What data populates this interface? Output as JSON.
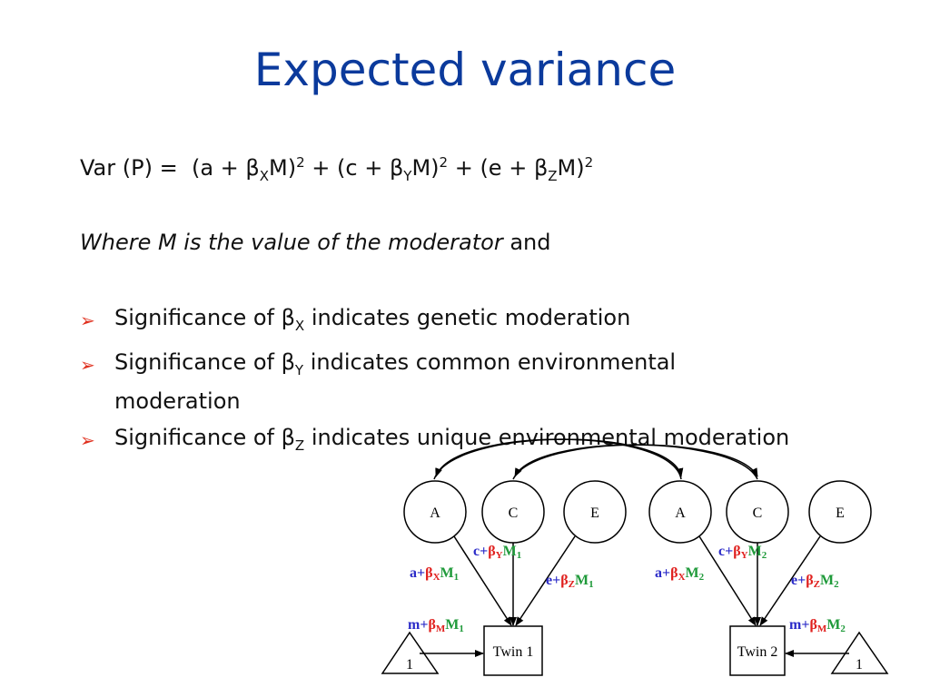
{
  "slide": {
    "title": "Expected variance",
    "equation": {
      "lhs": "Var (P) =",
      "t1": "(a + β",
      "s1": "X",
      "t1b": "M)",
      "p1": "2",
      "t2": "+ (c + β",
      "s2": "Y",
      "t2b": "M)",
      "p2": "2",
      "t3": "+ (e + β",
      "s3": "Z",
      "t3b": "M)",
      "p3": "2"
    },
    "where_italic": "Where M is the value of the moderator",
    "where_rest": "and",
    "bullets": [
      {
        "pre": "Significance of β",
        "sub": "X",
        "post": " indicates genetic moderation"
      },
      {
        "pre": "Significance of β",
        "sub": "Y",
        "post": " indicates common environmental moderation"
      },
      {
        "pre": "Significance of β",
        "sub": "Z",
        "post": " indicates unique environmental moderation"
      }
    ]
  },
  "diagram": {
    "colors": {
      "blue": "#2b2bc8",
      "red": "#e0201e",
      "green": "#1f9a3a"
    },
    "twin1": {
      "latents": [
        "A",
        "C",
        "E"
      ],
      "box": "Twin 1",
      "triangle": "1",
      "paths": {
        "a": {
          "p": "a+",
          "b": "β",
          "bs": "X",
          "m": "M",
          "ms": "1"
        },
        "c": {
          "p": "c+",
          "b": "β",
          "bs": "Y",
          "m": "M",
          "ms": "1"
        },
        "e": {
          "p": "e+",
          "b": "β",
          "bs": "Z",
          "m": "M",
          "ms": "1"
        },
        "mean": {
          "p": "m+",
          "b": "β",
          "bs": "M",
          "m": "M",
          "ms": "1"
        }
      }
    },
    "twin2": {
      "latents": [
        "A",
        "C",
        "E"
      ],
      "box": "Twin 2",
      "triangle": "1",
      "paths": {
        "a": {
          "p": "a+",
          "b": "β",
          "bs": "X",
          "m": "M",
          "ms": "2"
        },
        "c": {
          "p": "c+",
          "b": "β",
          "bs": "Y",
          "m": "M",
          "ms": "2"
        },
        "e": {
          "p": "e+",
          "b": "β",
          "bs": "Z",
          "m": "M",
          "ms": "2"
        },
        "mean": {
          "p": "m+",
          "b": "β",
          "bs": "M",
          "m": "M",
          "ms": "2"
        }
      }
    }
  }
}
